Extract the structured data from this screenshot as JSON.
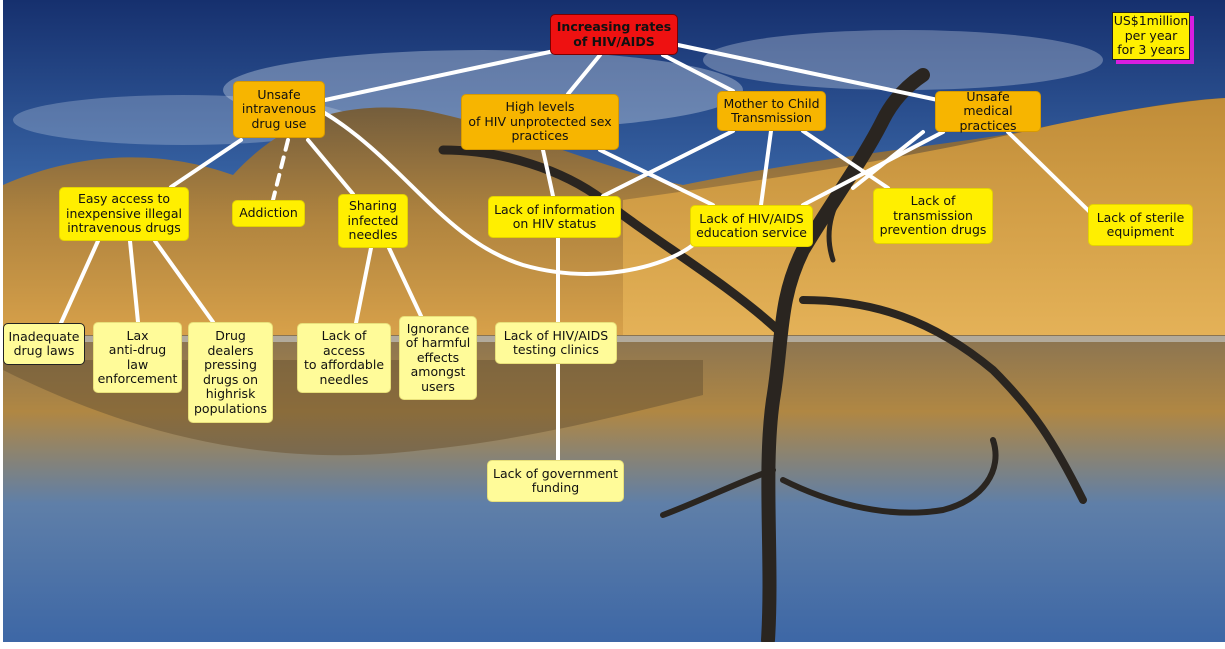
{
  "colors": {
    "root": "#ee1111",
    "cause_level1": "#f7b500",
    "cause_level2": "#ffef00",
    "cause_level3": "#fffb99",
    "connector": "#ffffff",
    "budget_shadow": "#d81ee0"
  },
  "background": "landscape-lake-dead-tree",
  "budget": "US$1million\nper year\nfor 3 years",
  "nodes": {
    "root": "Increasing rates\nof HIV/AIDS",
    "unsafe_iv": "Unsafe\nintravenous\ndrug use",
    "unprotected_sex": "High levels\nof HIV unprotected sex\npractices",
    "mother_child": "Mother to Child\nTransmission",
    "unsafe_medical": "Unsafe medical\npractices",
    "easy_access": "Easy access to\ninexpensive illegal\nintravenous drugs",
    "addiction": "Addiction",
    "sharing_needles": "Sharing\ninfected\nneedles",
    "lack_info_status": "Lack of information\non HIV status",
    "lack_education": "Lack of HIV/AIDS\neducation service",
    "lack_transmission_drugs": "Lack of\ntransmission\nprevention drugs",
    "lack_sterile": "Lack of sterile\nequipment",
    "inadequate_laws": "Inadequate\ndrug laws",
    "lax_enforcement": "Lax\nanti-drug\nlaw\nenforcement",
    "drug_dealers": "Drug\ndealers\npressing\ndrugs on\nhighrisk\npopulations",
    "lack_needles": "Lack of\naccess\nto affordable\nneedles",
    "ignorance": "Ignorance\nof harmful\neffects\namongst\nusers",
    "lack_clinics": "Lack of HIV/AIDS\ntesting clinics",
    "lack_funding": "Lack of government\nfunding"
  }
}
